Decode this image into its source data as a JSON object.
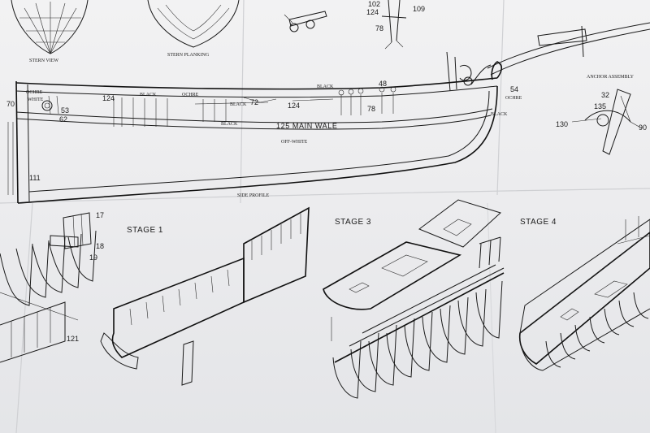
{
  "top_labels": {
    "stern_view": "STERN VIEW",
    "stern_planking": "STERN PLANKING",
    "side_profile": "SIDE PROFILE",
    "anchor_assembly": "ANCHOR ASSEMBLY"
  },
  "hull_labels": {
    "main_wale": "125 MAIN WALE",
    "off_white": "OFF-WHITE",
    "ochre_1": "OCHRE",
    "white": "WHITE",
    "black_1": "BLACK",
    "ochre_2": "OCHRE",
    "black_2": "BLACK",
    "black_3": "BLACK",
    "ochre_3": "OCHRE",
    "black_4": "BLACK",
    "black_5": "BLACK"
  },
  "part_numbers": {
    "n70": "70",
    "n53": "53",
    "n62": "62",
    "n124a": "124",
    "n72": "72",
    "n124b": "124",
    "n78a": "78",
    "n48": "48",
    "n54": "54",
    "n111": "111",
    "n102": "102",
    "n124c": "124",
    "n109": "109",
    "n78b": "78",
    "n32": "32",
    "n135": "135",
    "n130": "130",
    "n90": "90",
    "n17": "17",
    "n18": "18",
    "n19": "19",
    "n121": "121"
  },
  "stages": {
    "stage1": "STAGE 1",
    "stage3": "STAGE 3",
    "stage4": "STAGE 4"
  }
}
